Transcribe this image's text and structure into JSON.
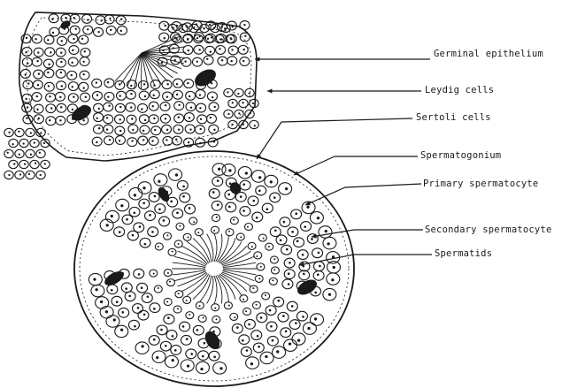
{
  "labels": {
    "germinal_epithelium": "Germinal epithelium",
    "leydig_cells": "Leydig cells",
    "sertoli_cells": "Sertoli cells",
    "spermatogonium": "Spermatogonium",
    "primary_spermatocyte": "Primary spermatocyte",
    "secondary_spermatocyte": "Secondary spermatocyte",
    "spermatids": "Spermatids"
  },
  "colors": {
    "ink": "#1a1a1a",
    "background": "#ffffff"
  }
}
